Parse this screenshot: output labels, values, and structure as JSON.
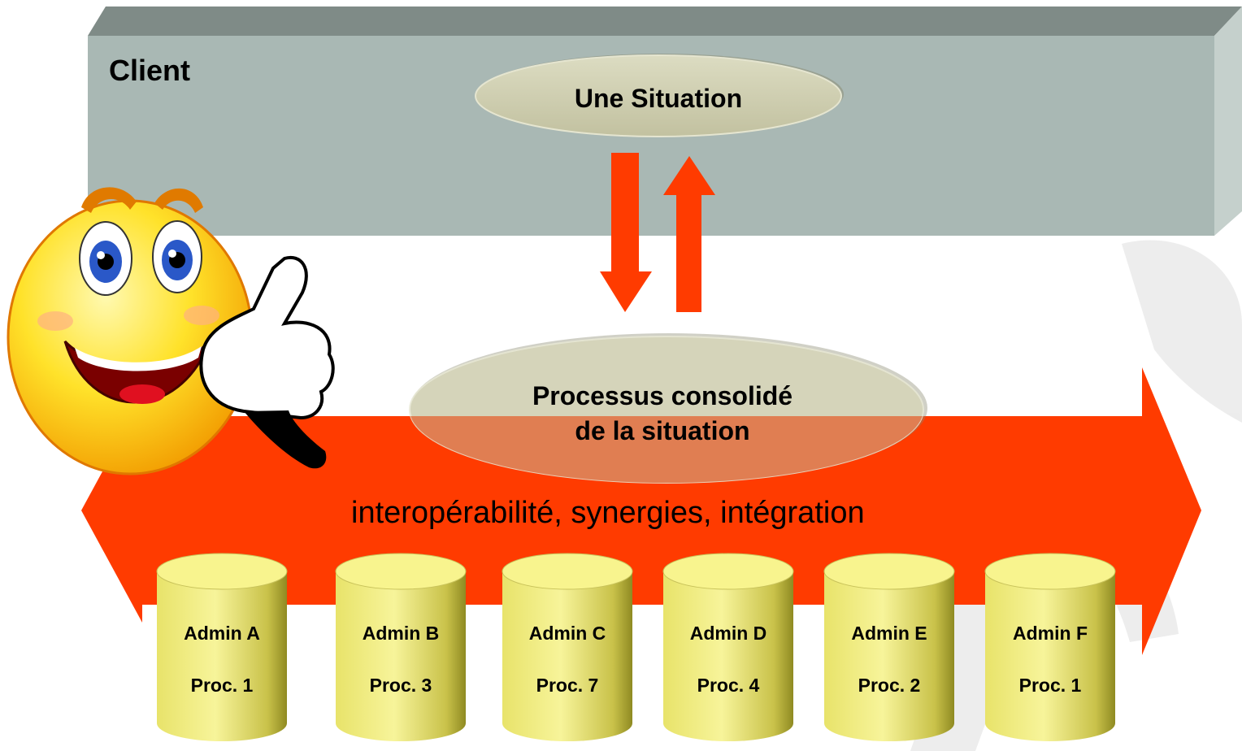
{
  "client": {
    "label": "Client"
  },
  "situation": {
    "label": "Une Situation"
  },
  "process": {
    "line1": "Processus consolidé",
    "line2": "de la situation"
  },
  "band": {
    "label": "interopérabilité, synergies, intégration"
  },
  "admins": [
    {
      "name": "Admin A",
      "proc": "Proc. 1"
    },
    {
      "name": "Admin B",
      "proc": "Proc. 3"
    },
    {
      "name": "Admin C",
      "proc": "Proc. 7"
    },
    {
      "name": "Admin D",
      "proc": "Proc. 4"
    },
    {
      "name": "Admin E",
      "proc": "Proc. 2"
    },
    {
      "name": "Admin F",
      "proc": "Proc. 1"
    }
  ],
  "colors": {
    "client_panel": "#a9b8b4",
    "client_panel_top": "#7f8b87",
    "arrow": "#ff3b00",
    "cylinder": "#f2ee7a",
    "ellipse": "#c8c7a2"
  },
  "icons": [
    "smiley-thumbs-up-icon",
    "down-arrow-icon",
    "up-arrow-icon",
    "database-cylinder-icon"
  ]
}
